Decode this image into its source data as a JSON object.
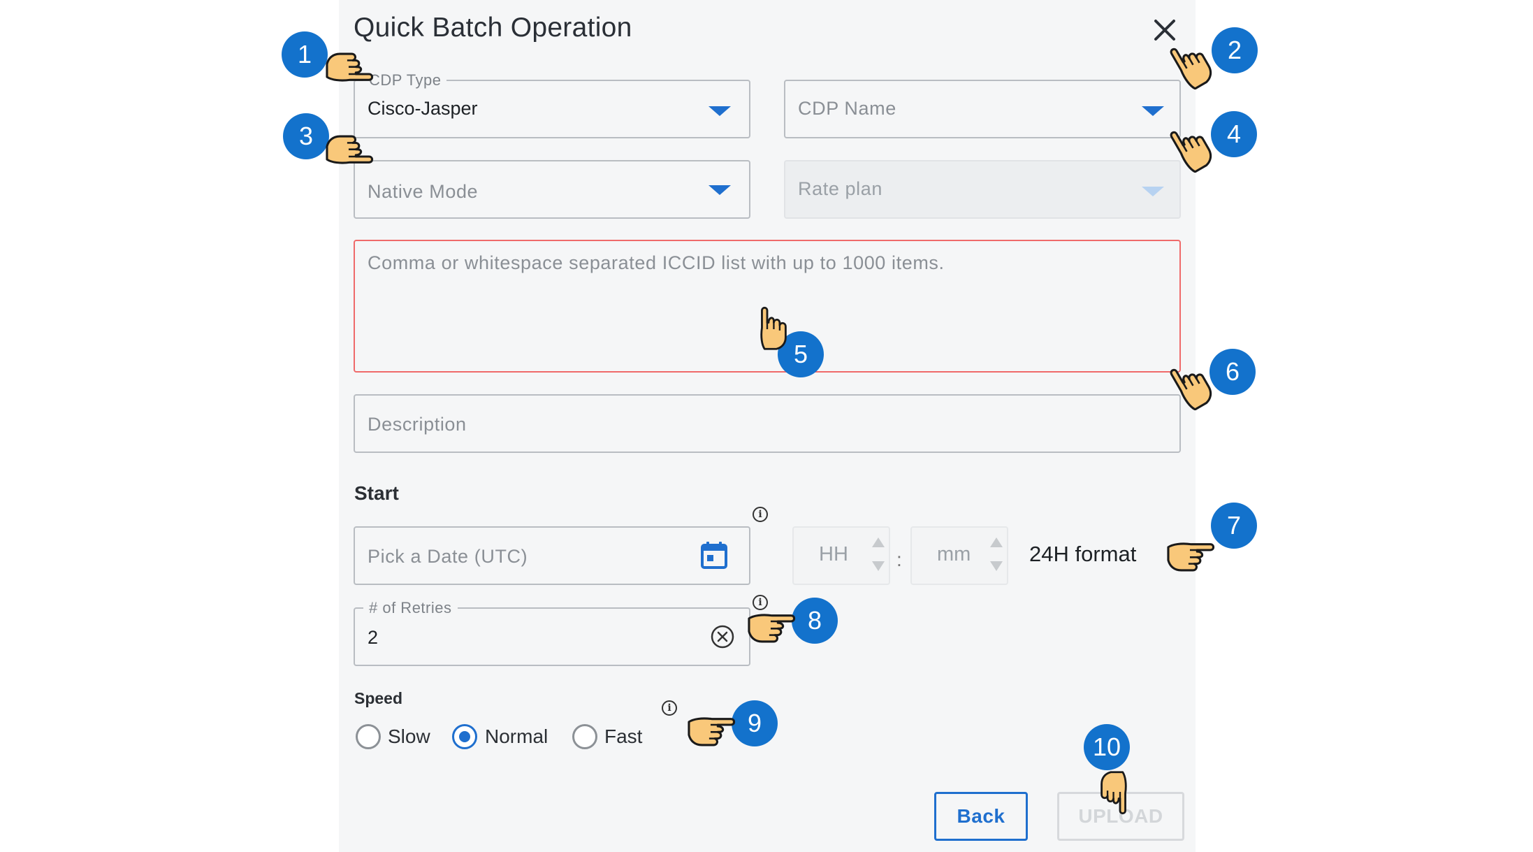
{
  "dialog": {
    "title": "Quick Batch Operation",
    "close_icon": "close-icon"
  },
  "cdp_type": {
    "legend": "CDP Type",
    "value": "Cisco-Jasper"
  },
  "cdp_name": {
    "placeholder": "CDP Name"
  },
  "mode": {
    "placeholder": "Native Mode"
  },
  "rate_plan": {
    "placeholder": "Rate plan"
  },
  "iccid": {
    "placeholder": "Comma or whitespace separated ICCID list with up to 1000 items."
  },
  "description": {
    "placeholder": "Description"
  },
  "start": {
    "label": "Start",
    "date_placeholder": "Pick a Date (UTC)",
    "hour_placeholder": "HH",
    "minute_placeholder": "mm",
    "separator": ":",
    "format_hint": "24H format"
  },
  "retries": {
    "legend": "# of Retries",
    "value": "2"
  },
  "speed": {
    "label": "Speed",
    "options": [
      "Slow",
      "Normal",
      "Fast"
    ],
    "selected": "Normal"
  },
  "buttons": {
    "back": "Back",
    "upload": "UPLOAD"
  },
  "callouts": [
    "1",
    "2",
    "3",
    "4",
    "5",
    "6",
    "7",
    "8",
    "9",
    "10"
  ],
  "colors": {
    "accent": "#1f6fce",
    "badge": "#1372cc",
    "error_border": "#ef6a6a",
    "hand_fill": "#f9c87a"
  }
}
